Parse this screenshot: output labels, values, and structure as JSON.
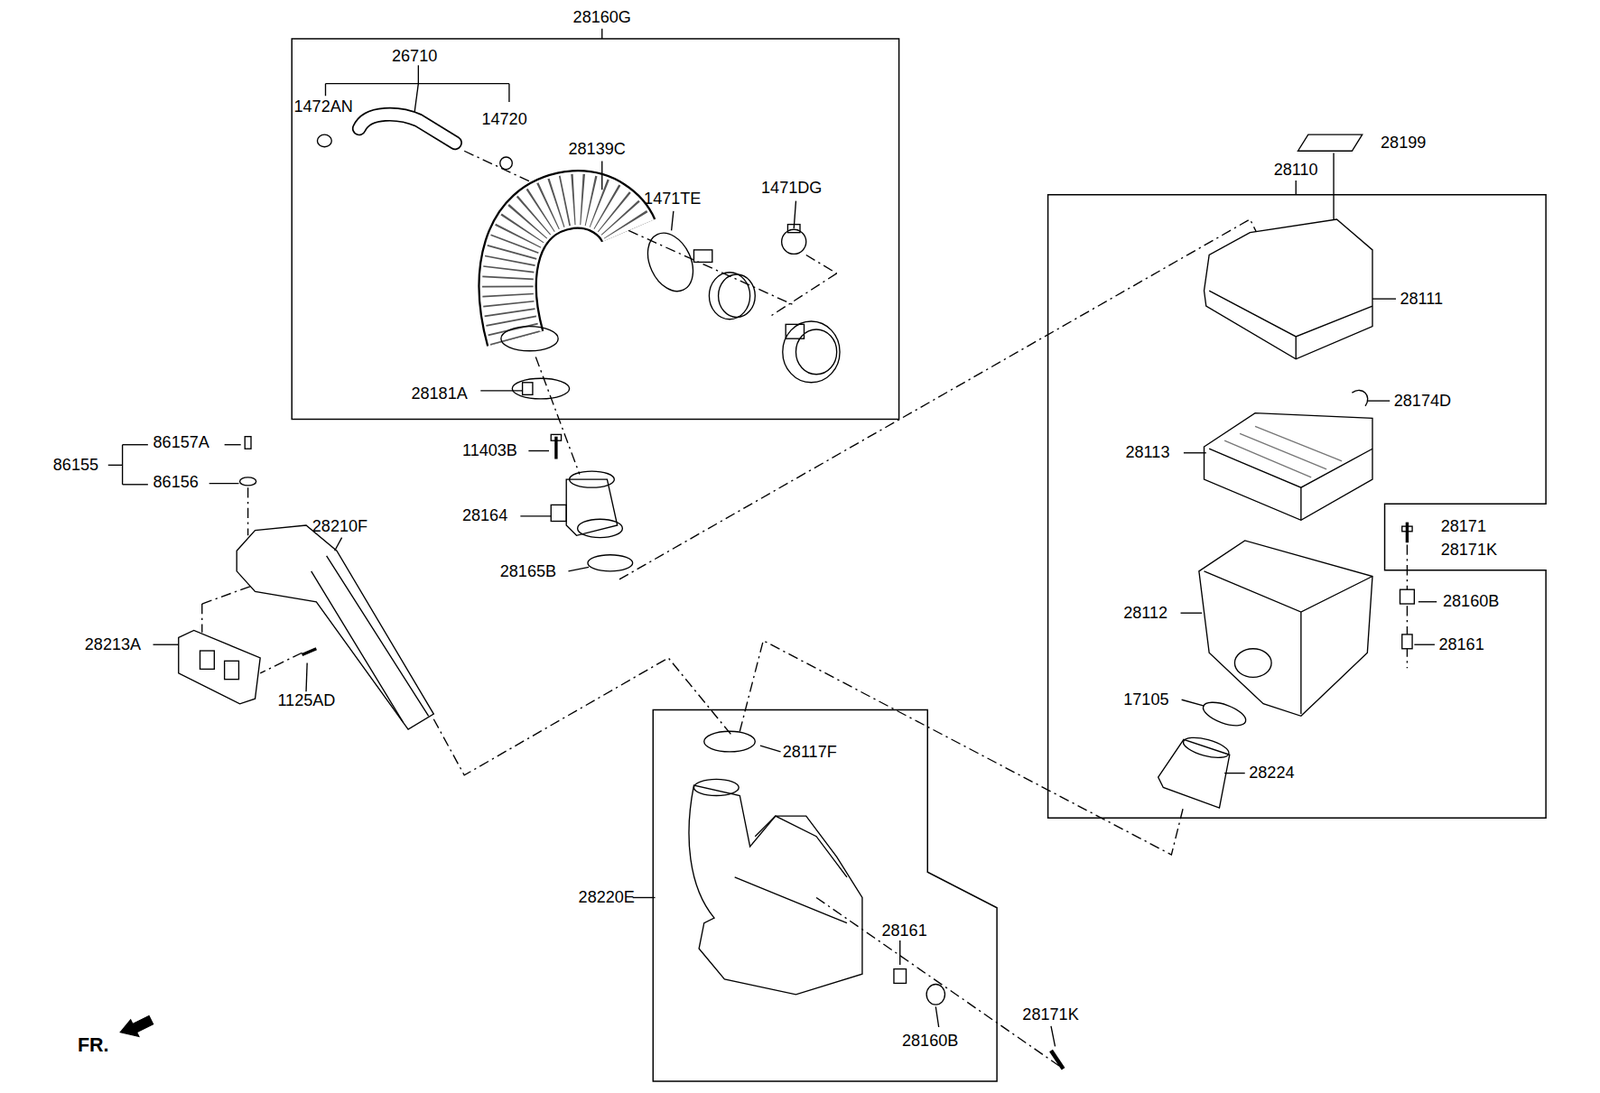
{
  "diagram": {
    "nodes": [
      {
        "text": [
          "28160G"
        ]
      },
      {
        "text": [
          "28110"
        ]
      },
      {
        "text": [
          "28220E"
        ]
      }
    ],
    "labels": [
      "26710",
      "1472AN",
      "14720",
      "28139C",
      "1471TE",
      "1471DG",
      "28181A",
      "11403B",
      "28164",
      "28165B",
      "86155",
      "86157A",
      "86156",
      "28210F",
      "28213A",
      "1125AD",
      "28199",
      "28111",
      "28174D",
      "28113",
      "28171",
      "28171K",
      "28160B",
      "28161",
      "28112",
      "17105",
      "28224",
      "28117F",
      "28161",
      "28160B",
      "28171K",
      "FR."
    ]
  }
}
